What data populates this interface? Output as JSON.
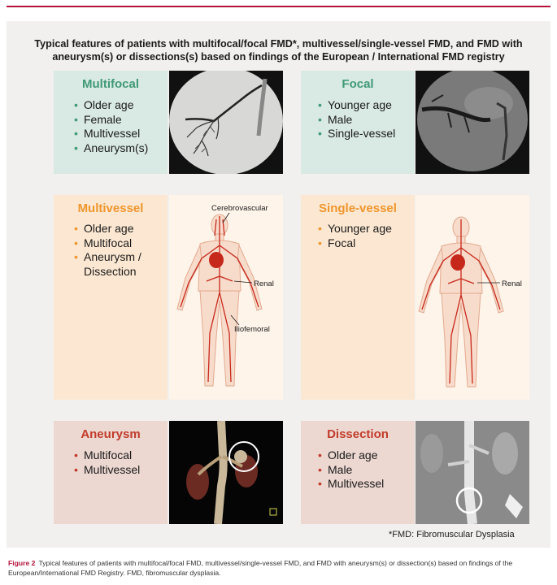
{
  "figure": {
    "title": "Typical features of patients with multifocal/focal FMD*, multivessel/single-vessel FMD, and FMD with aneurysm(s) or dissections(s) based on findings of the European / International FMD registry",
    "footnote": "*FMD: Fibromuscular Dysplasia",
    "caption_label": "Figure 2",
    "caption_text": "Typical features of patients with multifocal/focal FMD, multivessel/single-vessel FMD, and FMD with aneurysm(s) or dissection(s) based on findings of the European/International FMD Registry. FMD, fibromuscular dysplasia."
  },
  "cards": {
    "multifocal": {
      "title": "Multifocal",
      "items": [
        "Older age",
        "Female",
        "Multivessel",
        "Aneurysm(s)"
      ]
    },
    "focal": {
      "title": "Focal",
      "items": [
        "Younger age",
        "Male",
        "Single-vessel"
      ]
    },
    "multivessel": {
      "title": "Multivessel",
      "items": [
        "Older age",
        "Multifocal",
        "Aneurysm /",
        "Dissection"
      ]
    },
    "single_vessel": {
      "title": "Single-vessel",
      "items": [
        "Younger age",
        "Focal"
      ]
    },
    "aneurysm": {
      "title": "Aneurysm",
      "items": [
        "Multifocal",
        "Multivessel"
      ]
    },
    "dissection": {
      "title": "Dissection",
      "items": [
        "Older age",
        "Male",
        "Multivessel"
      ]
    }
  },
  "labels": {
    "cerebrovascular": "Cerebrovascular",
    "renal_left": "Renal",
    "iliofemoral": "Iliofemoral",
    "renal_right": "Renal"
  },
  "colors": {
    "accent": "#b5123a",
    "green": "#3f9a76",
    "orange": "#f0952c",
    "red": "#c23b2a"
  }
}
